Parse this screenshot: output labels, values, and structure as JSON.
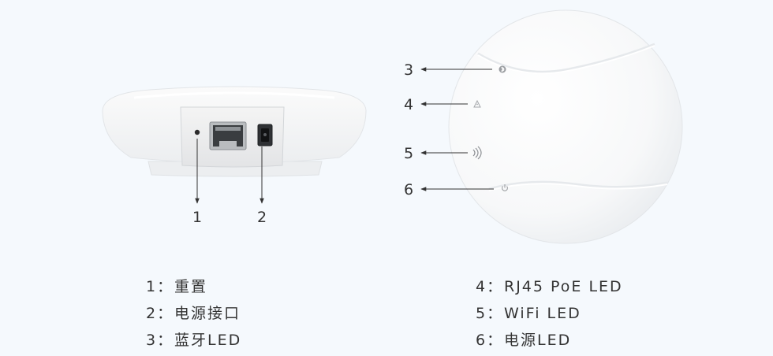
{
  "callouts": {
    "reset": "1",
    "power_port": "2",
    "bluetooth_led": "3",
    "poe_led": "4",
    "wifi_led": "5",
    "power_led": "6"
  },
  "legend": {
    "left": [
      {
        "num": "1：",
        "label": "重置"
      },
      {
        "num": "2：",
        "label": "电源接口"
      },
      {
        "num": "3：",
        "label": "蓝牙LED"
      }
    ],
    "right": [
      {
        "num": "4：",
        "label": "RJ45 PoE LED"
      },
      {
        "num": "5：",
        "label": "WiFi LED"
      },
      {
        "num": "6：",
        "label": "电源LED"
      }
    ]
  },
  "icons": {
    "bluetooth": "bluetooth-icon",
    "poe": "network-icon",
    "wifi": "wifi-icon",
    "power": "power-icon"
  },
  "colors": {
    "background": "#f5f9fd",
    "text": "#333333",
    "device": "#ffffff"
  }
}
